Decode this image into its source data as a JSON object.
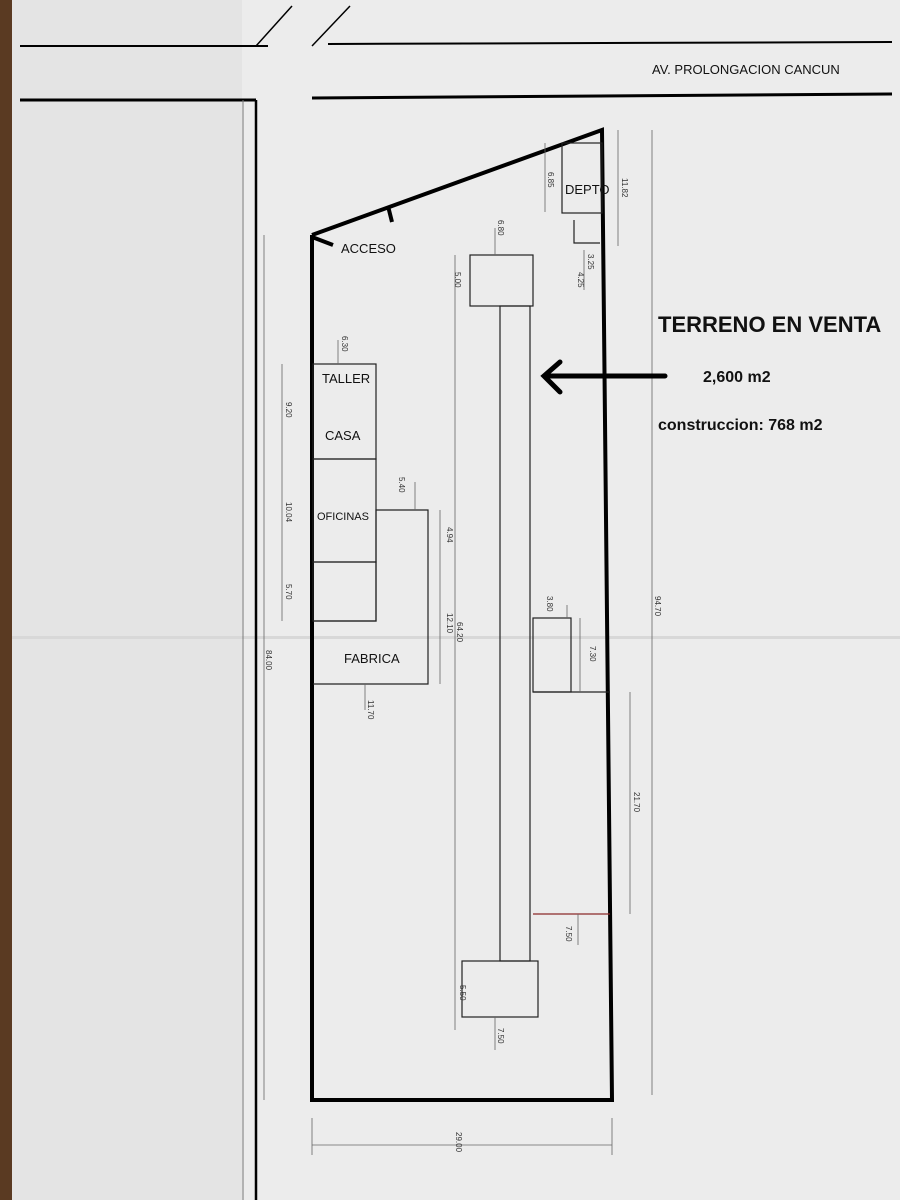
{
  "street_name": "AV. PROLONGACION CANCUN",
  "headline": "TERRENO EN VENTA",
  "area_total": "2,600 m2",
  "area_construccion": "construccion: 768 m2",
  "rooms": {
    "acceso": "ACCESO",
    "depto": "DEPTO",
    "taller": "TALLER",
    "casa": "CASA",
    "oficinas": "OFICINAS",
    "fabrica": "FABRICA"
  },
  "dimensions": {
    "d_6_85": "6.85",
    "d_11_82": "11.82",
    "d_6_80": "6.80",
    "d_3_25": "3.25",
    "d_4_25": "4.25",
    "d_5_00": "5.00",
    "d_6_30": "6.30",
    "d_9_20": "9.20",
    "d_10_04": "10.04",
    "d_5_70": "5.70",
    "d_84_00": "84.00",
    "d_5_40": "5.40",
    "d_4_94": "4.94",
    "d_12_10": "12.10",
    "d_64_20": "64.20",
    "d_3_80": "3.80",
    "d_7_30": "7.30",
    "d_94_70": "94.70",
    "d_11_70": "11.70",
    "d_21_70": "21.70",
    "d_7_50a": "7.50",
    "d_5_50": "5.50",
    "d_7_50b": "7.50",
    "d_29_00": "29.00"
  },
  "colors": {
    "paper": "#ededed",
    "boundary": "#000000",
    "thin_line": "#555555",
    "accent_red": "#8a2a2a"
  }
}
